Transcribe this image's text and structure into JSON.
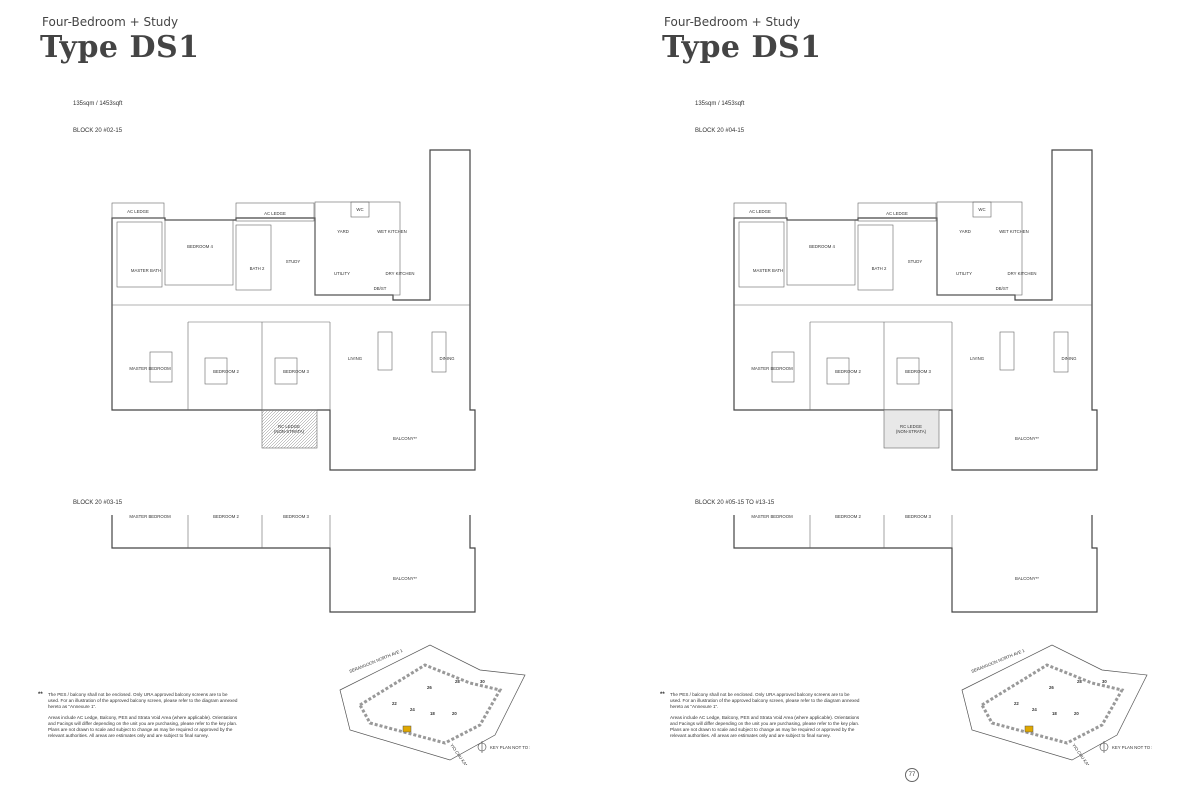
{
  "pages": [
    {
      "subtitle": "Four-Bedroom + Study",
      "title": "Type DS1",
      "area": "135sqm / 1453sqft",
      "block_main": "BLOCK 20 #02-15",
      "block_alt": "BLOCK 20 #03-15",
      "ledge_label": "RC LEDGE\n(NON-STRATA)"
    },
    {
      "subtitle": "Four-Bedroom + Study",
      "title": "Type DS1",
      "area": "135sqm / 1453sqft",
      "block_main": "BLOCK 20 #04-15",
      "block_alt": "BLOCK 20 #05-15 TO #13-15",
      "ledge_label": "RC LEDGE\n(NON-STRATA)"
    }
  ],
  "rooms": {
    "ac_ledge": "AC LEDGE",
    "bedroom4": "BEDROOM 4",
    "master_bath": "MASTER BATH",
    "bath2": "BATH 2",
    "study": "STUDY",
    "wc": "WC",
    "yard": "YARD",
    "wet_kitchen": "WET KITCHEN",
    "utility": "UTILITY",
    "dry_kitchen": "DRY KITCHEN",
    "db_st": "DB/ST",
    "master_bedroom": "MASTER BEDROOM",
    "bedroom2": "BEDROOM 2",
    "bedroom3": "BEDROOM 3",
    "living": "LIVING",
    "dining": "DINING",
    "balcony": "BALCONY**"
  },
  "notes": {
    "star": "**",
    "note1": "The PES / balcony shall not be enclosed. Only URA approved balcony screens are to be used. For an illustration of the approved balcony screen, please refer to the diagram annexed hereto as \"Annexure 1\".",
    "note2": "Areas include AC Ledge, Balcony, PES and Strata Void Area (where applicable). Orientations and Facings will differ depending on the unit you are purchasing, please refer to the key plan. Plans are not drawn to scale and subject to change as may be required or approved by the relevant authorities. All areas are estimates only and are subject to final survey."
  },
  "keyplan": {
    "road1": "SERANGOON NORTH AVE 1",
    "road2": "YIO CHU KANG ROAD",
    "blocks": [
      "26",
      "28",
      "30",
      "22",
      "24",
      "18",
      "20"
    ],
    "scale_note": "KEY PLAN NOT TO SCALE"
  },
  "page_number": "77"
}
